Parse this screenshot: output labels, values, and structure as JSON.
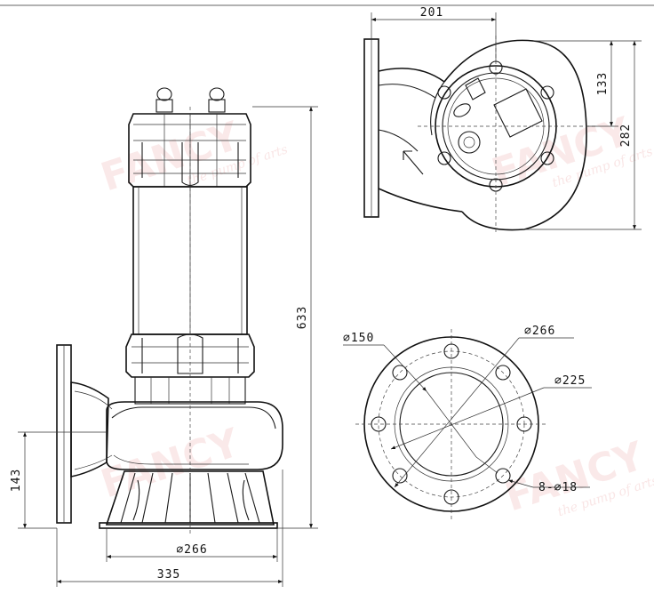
{
  "dimensions": {
    "top_width": "201",
    "top_offset": "133",
    "top_height": "282",
    "overall_height": "633",
    "base_diameter": "⌀266",
    "overall_width": "335",
    "lower_depth": "143",
    "flange_bore": "⌀150",
    "flange_od": "⌀266",
    "bolt_circle": "⌀225",
    "bolt_holes": "8-⌀18"
  },
  "watermark": {
    "brand": "FANCY",
    "slogan": "the pump of arts",
    "color": "#d23030"
  }
}
